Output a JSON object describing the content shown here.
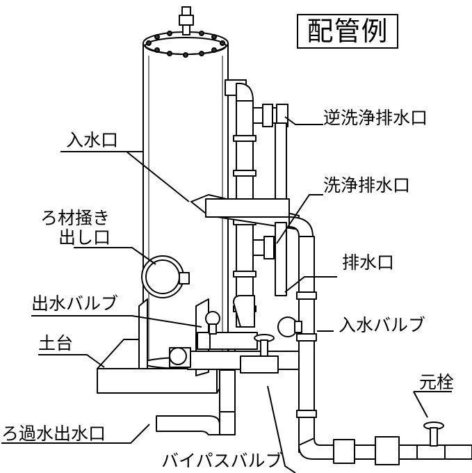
{
  "title": "配管例",
  "labels": {
    "backwash_drain": "逆洗浄排水口",
    "water_inlet": "入水口",
    "wash_drain": "洗浄排水口",
    "media_outlet_line1": "ろ材掻き",
    "media_outlet_line2": "出し口",
    "drain": "排水口",
    "outlet_valve": "出水バルブ",
    "inlet_valve": "入水バルブ",
    "base": "土台",
    "main_valve": "元栓",
    "filtered_outlet": "ろ過水出水口",
    "bypass_valve": "バイパスバルブ"
  }
}
